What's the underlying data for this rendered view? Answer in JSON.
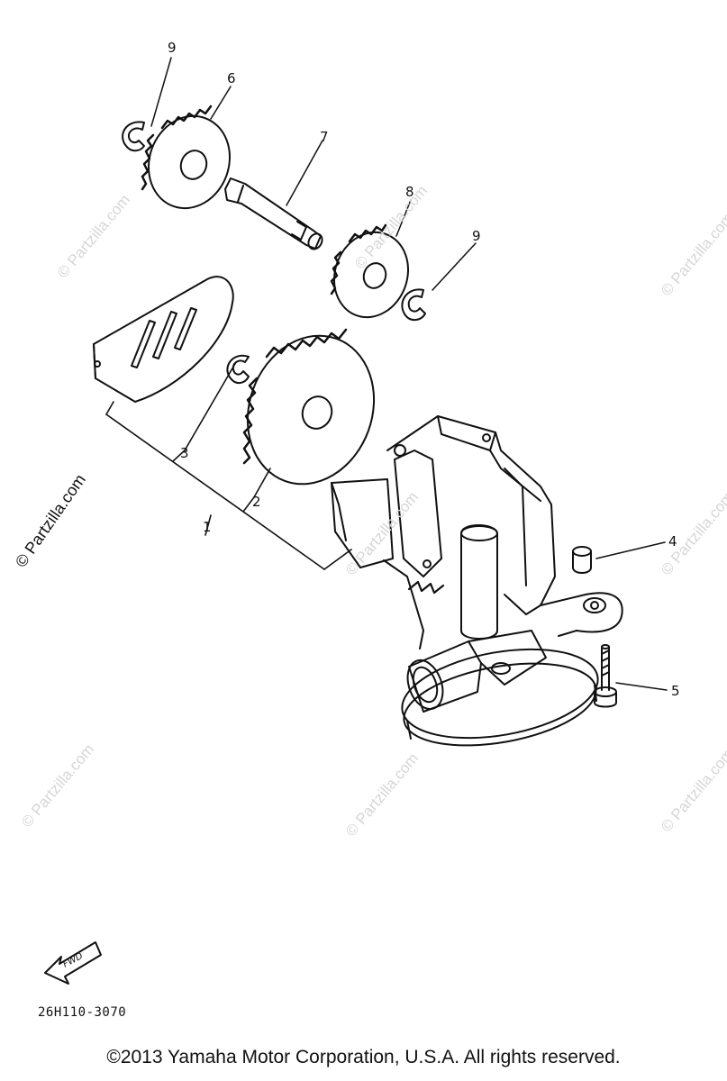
{
  "callouts": {
    "c1": "1",
    "c2": "2",
    "c3": "3",
    "c4": "4",
    "c5": "5",
    "c6": "6",
    "c7": "7",
    "c8": "8",
    "c9a": "9",
    "c9b": "9"
  },
  "fwd_label": "FWD",
  "side_credit": "© Partzilla.com",
  "watermark_text": "© Partzilla.com",
  "diagram_code": "26H110-3070",
  "copyright": "©2013  Yamaha Motor Corporation, U.S.A. All rights reserved."
}
